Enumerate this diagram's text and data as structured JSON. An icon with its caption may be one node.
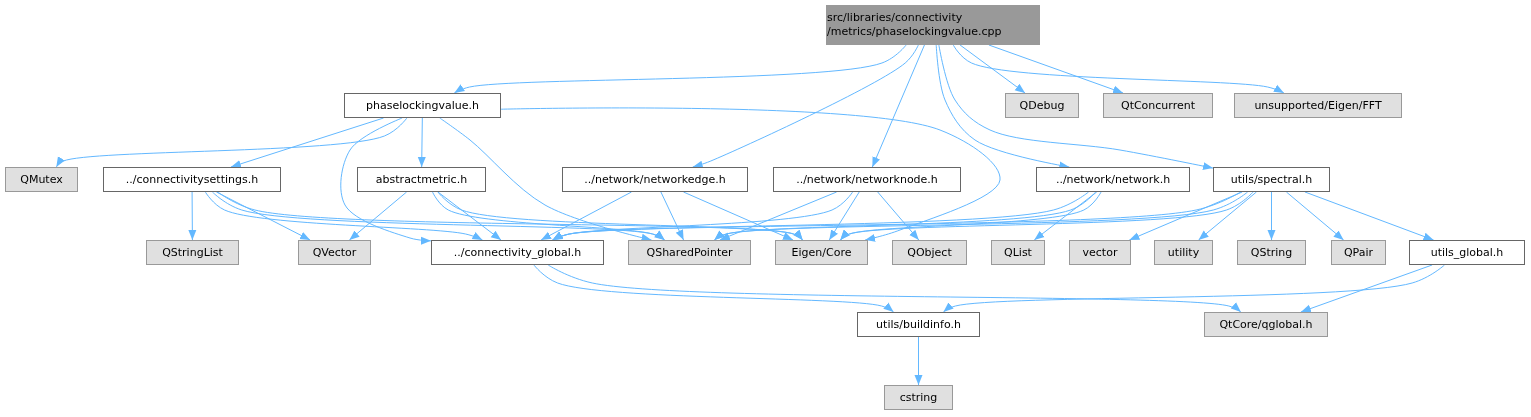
{
  "diagram": {
    "nodes": [
      {
        "text": [
          "src/libraries/connectivity /metrics/phaselockingvalue.cpp"
        ]
      },
      {
        "text": [
          "phaselockingvalue.h"
        ]
      },
      {
        "text": [
          "QDebug"
        ]
      },
      {
        "text": [
          "QtConcurrent"
        ]
      },
      {
        "text": [
          "unsupported/Eigen/FFT"
        ]
      },
      {
        "text": [
          "QMutex"
        ]
      },
      {
        "text": [
          "../connectivitysettings.h"
        ]
      },
      {
        "text": [
          "abstractmetric.h"
        ]
      },
      {
        "text": [
          "../network/networkedge.h"
        ]
      },
      {
        "text": [
          "../network/networknode.h"
        ]
      },
      {
        "text": [
          "../network/network.h"
        ]
      },
      {
        "text": [
          "utils/spectral.h"
        ]
      },
      {
        "text": [
          "QStringList"
        ]
      },
      {
        "text": [
          "QVector"
        ]
      },
      {
        "text": [
          "../connectivity_global.h"
        ]
      },
      {
        "text": [
          "QSharedPointer"
        ]
      },
      {
        "text": [
          "Eigen/Core"
        ]
      },
      {
        "text": [
          "QObject"
        ]
      },
      {
        "text": [
          "QList"
        ]
      },
      {
        "text": [
          "vector"
        ]
      },
      {
        "text": [
          "utility"
        ]
      },
      {
        "text": [
          "QString"
        ]
      },
      {
        "text": [
          "QPair"
        ]
      },
      {
        "text": [
          "utils_global.h"
        ]
      },
      {
        "text": [
          "utils/buildinfo.h"
        ]
      },
      {
        "text": [
          "QtCore/qglobal.h"
        ]
      },
      {
        "text": [
          "cstring"
        ]
      }
    ],
    "edges": [
      {
        "from": 0,
        "to": 1,
        "arrow": "to"
      },
      {
        "from": 0,
        "to": 2,
        "arrow": "to"
      },
      {
        "from": 0,
        "to": 3,
        "arrow": "to"
      },
      {
        "from": 0,
        "to": 4,
        "arrow": "to"
      },
      {
        "from": 0,
        "to": 8,
        "arrow": "to"
      },
      {
        "from": 0,
        "to": 9,
        "arrow": "to"
      },
      {
        "from": 0,
        "to": 10,
        "arrow": "to"
      },
      {
        "from": 0,
        "to": 11,
        "arrow": "to"
      },
      {
        "from": 1,
        "to": 5,
        "arrow": "to"
      },
      {
        "from": 1,
        "to": 6,
        "arrow": "to"
      },
      {
        "from": 1,
        "to": 7,
        "arrow": "to"
      },
      {
        "from": 1,
        "to": 14,
        "arrow": "to"
      },
      {
        "from": 1,
        "to": 15,
        "arrow": "to"
      },
      {
        "from": 1,
        "to": 16,
        "arrow": "to"
      },
      {
        "from": 6,
        "to": 12,
        "arrow": "to"
      },
      {
        "from": 6,
        "to": 13,
        "arrow": "to"
      },
      {
        "from": 6,
        "to": 14,
        "arrow": "to"
      },
      {
        "from": 6,
        "to": 15,
        "arrow": "to"
      },
      {
        "from": 6,
        "to": 16,
        "arrow": "to"
      },
      {
        "from": 7,
        "to": 13,
        "arrow": "to"
      },
      {
        "from": 7,
        "to": 14,
        "arrow": "to"
      },
      {
        "from": 7,
        "to": 15,
        "arrow": "to"
      },
      {
        "from": 7,
        "to": 16,
        "arrow": "to"
      },
      {
        "from": 8,
        "to": 14,
        "arrow": "to"
      },
      {
        "from": 8,
        "to": 15,
        "arrow": "to"
      },
      {
        "from": 8,
        "to": 16,
        "arrow": "to"
      },
      {
        "from": 9,
        "to": 14,
        "arrow": "to"
      },
      {
        "from": 9,
        "to": 15,
        "arrow": "to"
      },
      {
        "from": 9,
        "to": 16,
        "arrow": "to"
      },
      {
        "from": 9,
        "to": 17,
        "arrow": "to"
      },
      {
        "from": 10,
        "to": 14,
        "arrow": "to"
      },
      {
        "from": 10,
        "to": 15,
        "arrow": "to"
      },
      {
        "from": 10,
        "to": 16,
        "arrow": "to"
      },
      {
        "from": 10,
        "to": 18,
        "arrow": "to"
      },
      {
        "from": 11,
        "to": 14,
        "arrow": "to"
      },
      {
        "from": 11,
        "to": 15,
        "arrow": "to"
      },
      {
        "from": 11,
        "to": 16,
        "arrow": "to"
      },
      {
        "from": 11,
        "to": 19,
        "arrow": "to"
      },
      {
        "from": 11,
        "to": 20,
        "arrow": "to"
      },
      {
        "from": 11,
        "to": 21,
        "arrow": "to"
      },
      {
        "from": 11,
        "to": 22,
        "arrow": "to"
      },
      {
        "from": 11,
        "to": 23,
        "arrow": "to"
      },
      {
        "from": 14,
        "to": 24,
        "arrow": "to"
      },
      {
        "from": 14,
        "to": 25,
        "arrow": "to"
      },
      {
        "from": 23,
        "to": 24,
        "arrow": "to"
      },
      {
        "from": 23,
        "to": 25,
        "arrow": "to"
      },
      {
        "from": 24,
        "to": 26,
        "arrow": "to"
      }
    ]
  }
}
